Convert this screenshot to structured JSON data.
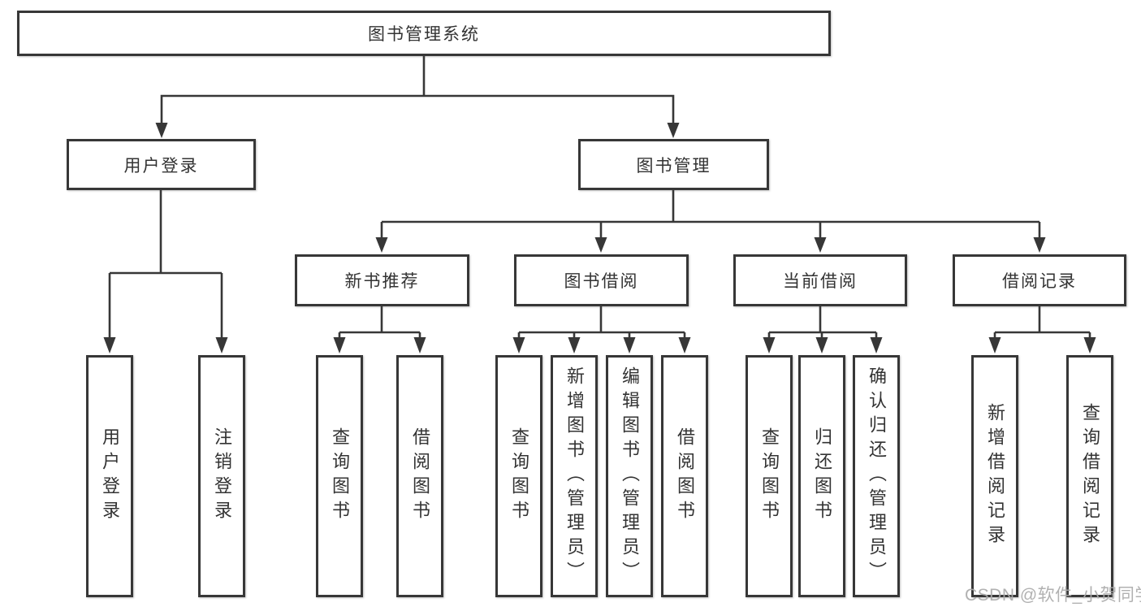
{
  "diagram": {
    "watermark": "CSDN @软件_小贺同学",
    "tree": {
      "root": {
        "label": "图书管理系统"
      },
      "children": [
        {
          "label": "用户登录",
          "children": [
            {
              "label": "用户登录"
            },
            {
              "label": "注销登录"
            }
          ]
        },
        {
          "label": "图书管理",
          "children": [
            {
              "label": "新书推荐",
              "children": [
                {
                  "label": "查询图书"
                },
                {
                  "label": "借阅图书"
                }
              ]
            },
            {
              "label": "图书借阅",
              "children": [
                {
                  "label": "查询图书"
                },
                {
                  "label": "新增图书（管理员）"
                },
                {
                  "label": "编辑图书（管理员）"
                },
                {
                  "label": "借阅图书"
                }
              ]
            },
            {
              "label": "当前借阅",
              "children": [
                {
                  "label": "查询图书"
                },
                {
                  "label": "归还图书"
                },
                {
                  "label": "确认归还（管理员）"
                }
              ]
            },
            {
              "label": "借阅记录",
              "children": [
                {
                  "label": "新增借阅记录"
                },
                {
                  "label": "查询借阅记录"
                }
              ]
            }
          ]
        }
      ]
    },
    "colors": {
      "line": "#373737",
      "text": "#333333",
      "watermark": "#aaaaaa",
      "background": "#ffffff"
    }
  }
}
